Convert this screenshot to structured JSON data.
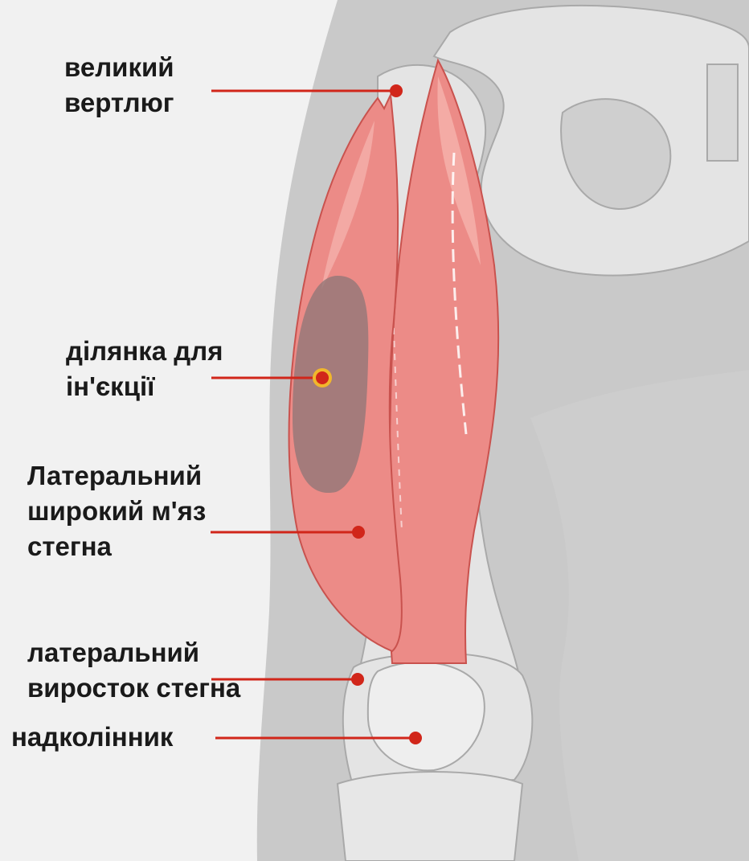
{
  "labels": {
    "greater_trochanter": [
      "великий",
      "вертлюг"
    ],
    "injection_site": [
      "ділянка для",
      "ін'єкції"
    ],
    "vastus_lateralis": [
      "Латеральний",
      "широкий м'яз",
      "стегна"
    ],
    "lateral_condyle": [
      "латеральний",
      "виросток стегна"
    ],
    "patella": [
      "надколінник"
    ]
  },
  "colors": {
    "background": "#f1f1f1",
    "limb": "#c9c9c9",
    "bone": "#e4e4e4",
    "bone_outline": "#a9a9a9",
    "muscle": "#ec8b87",
    "muscle_highlight": "#f6b3ad",
    "muscle_outline": "#c9524e",
    "injection_area": "#8f7777",
    "leader_line": "#d1261a",
    "injection_point_ring": "#f1b72c"
  }
}
